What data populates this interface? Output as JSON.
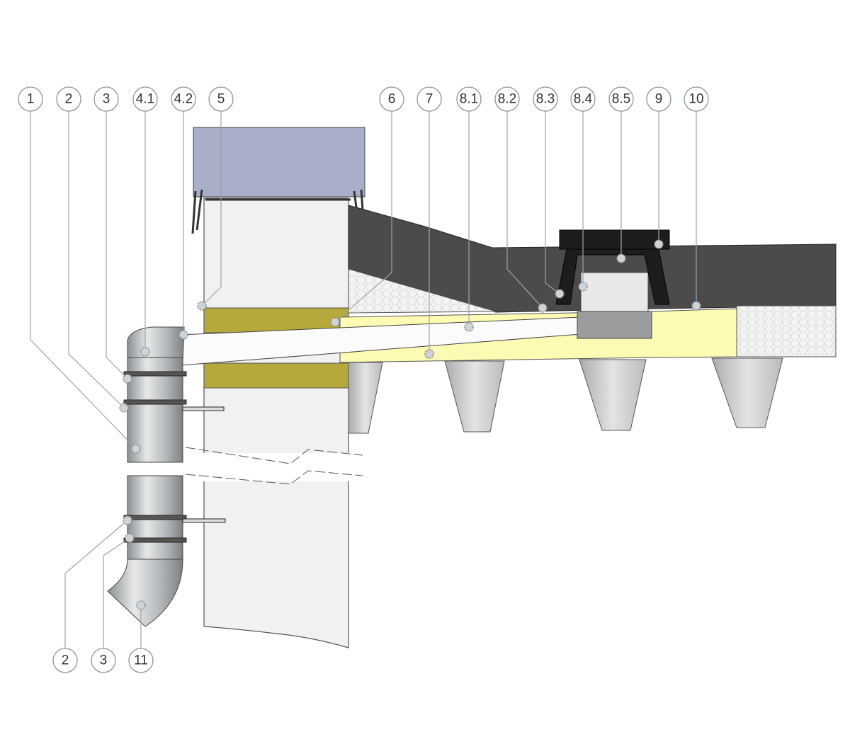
{
  "title": "Roof edge drainage detail section",
  "labels_top": [
    "1",
    "2",
    "3",
    "4.1",
    "4.2",
    "5",
    "6",
    "7",
    "8.1",
    "8.2",
    "8.3",
    "8.4",
    "8.5",
    "9",
    "10"
  ],
  "labels_bottom": [
    "2",
    "3",
    "11"
  ],
  "colors": {
    "coping": "#a9aec9",
    "membrane": "#4b4b4b",
    "mineral_wool": "#b6a93c",
    "tapered_insulation": "#fdfab4",
    "concrete": "#f1f1f1",
    "pipe": "#b9bcbe",
    "leader": "#9aa3aa"
  }
}
